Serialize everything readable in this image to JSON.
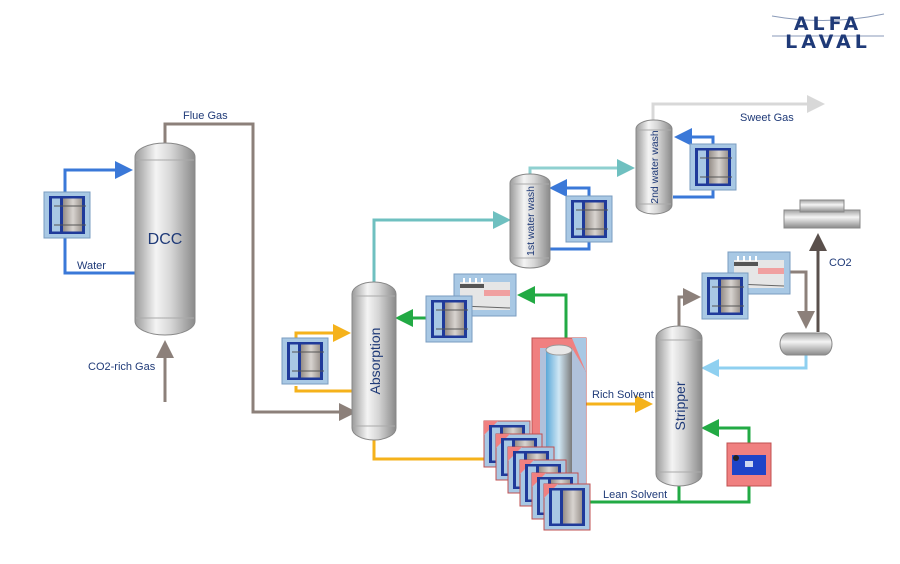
{
  "brand": {
    "logo_line1": "ALFA",
    "logo_line2": "LAVAL",
    "color": "#1f3a78"
  },
  "vessels": {
    "dcc": "DCC",
    "absorption": "Absorption",
    "wash1": "1st water wash",
    "wash2": "2nd water wash",
    "stripper": "Stripper"
  },
  "streams": {
    "flue_gas": "Flue Gas",
    "water": "Water",
    "co2_rich_gas": "CO2-rich Gas",
    "sweet_gas": "Sweet Gas",
    "co2": "CO2",
    "rich_solvent": "Rich Solvent",
    "lean_solvent": "Lean Solvent"
  },
  "colors": {
    "gas": "#8c807a",
    "water": "#3a78d8",
    "wash": "#6fc0c0",
    "solvent_rich": "#f5b21b",
    "solvent_lean": "#22aa44",
    "reflux": "#8fd0f0",
    "sweet": "#d8d8d8",
    "text": "#1f3a78"
  }
}
